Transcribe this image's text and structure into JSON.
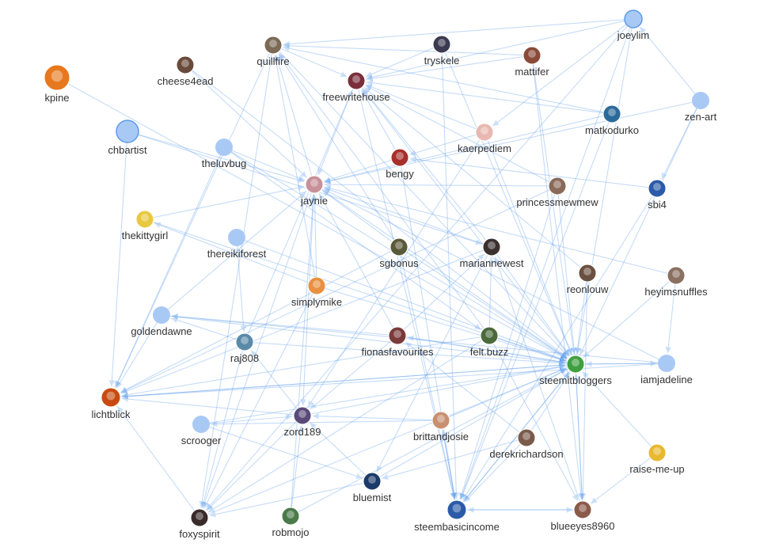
{
  "graph": {
    "nodes": [
      {
        "id": "kpine",
        "label": "kpine",
        "avatar": "bitmap",
        "color": "#e8781e"
      },
      {
        "id": "cheese4ead",
        "label": "cheese4ead",
        "avatar": "photo",
        "color": "#6a4a3a"
      },
      {
        "id": "quillfire",
        "label": "quillfire",
        "avatar": "photo",
        "color": "#7a6a56"
      },
      {
        "id": "freewritehouse",
        "label": "freewritehouse",
        "avatar": "photo",
        "color": "#7a2e3a"
      },
      {
        "id": "tryskele",
        "label": "tryskele",
        "avatar": "photo",
        "color": "#3a3a50"
      },
      {
        "id": "mattifer",
        "label": "mattifer",
        "avatar": "photo",
        "color": "#8a4a3a"
      },
      {
        "id": "joeylim",
        "label": "joeylim",
        "avatar": "placeholder",
        "color": "#a9c9f5"
      },
      {
        "id": "zen-art",
        "label": "zen-art",
        "avatar": "placeholder",
        "color": "#a9c9f5"
      },
      {
        "id": "chbartist",
        "label": "chbartist",
        "avatar": "placeholder",
        "color": "#a9c9f5"
      },
      {
        "id": "theluvbug",
        "label": "theluvbug",
        "avatar": "placeholder",
        "color": "#a9c9f5"
      },
      {
        "id": "matkodurko",
        "label": "matkodurko",
        "avatar": "photo",
        "color": "#2a6a9a"
      },
      {
        "id": "kaerpediem",
        "label": "kaerpediem",
        "avatar": "photo",
        "color": "#e8b8b0"
      },
      {
        "id": "bengy",
        "label": "bengy",
        "avatar": "photo",
        "color": "#a8302a"
      },
      {
        "id": "jaynie",
        "label": "jaynie",
        "avatar": "photo",
        "color": "#c89098"
      },
      {
        "id": "princessmewmew",
        "label": "princessmewmew",
        "avatar": "photo",
        "color": "#8a6a5a"
      },
      {
        "id": "sbi4",
        "label": "sbi4",
        "avatar": "logo",
        "color": "#2a5aa8"
      },
      {
        "id": "thekittygirl",
        "label": "thekittygirl",
        "avatar": "photo",
        "color": "#e8c840"
      },
      {
        "id": "thereikiforest",
        "label": "thereikiforest",
        "avatar": "placeholder",
        "color": "#a9c9f5"
      },
      {
        "id": "sgbonus",
        "label": "sgbonus",
        "avatar": "photo",
        "color": "#5a5a3a"
      },
      {
        "id": "mariannewest",
        "label": "mariannewest",
        "avatar": "photo",
        "color": "#3a3030"
      },
      {
        "id": "simplymike",
        "label": "simplymike",
        "avatar": "photo",
        "color": "#e89040"
      },
      {
        "id": "reonlouw",
        "label": "reonlouw",
        "avatar": "photo",
        "color": "#6a5040"
      },
      {
        "id": "heyimsnuffles",
        "label": "heyimsnuffles",
        "avatar": "photo",
        "color": "#8a7060"
      },
      {
        "id": "goldendawne",
        "label": "goldendawne",
        "avatar": "placeholder",
        "color": "#a9c9f5"
      },
      {
        "id": "raj808",
        "label": "raj808",
        "avatar": "photo",
        "color": "#5a8aa8"
      },
      {
        "id": "fionasfavourites",
        "label": "fionasfavourites",
        "avatar": "photo",
        "color": "#7a3a3a"
      },
      {
        "id": "felt.buzz",
        "label": "felt.buzz",
        "avatar": "photo",
        "color": "#4a6a3a"
      },
      {
        "id": "steemitbloggers",
        "label": "steemitbloggers",
        "avatar": "logo",
        "color": "#40a040"
      },
      {
        "id": "iamjadeline",
        "label": "iamjadeline",
        "avatar": "placeholder",
        "color": "#a9c9f5"
      },
      {
        "id": "lichtblick",
        "label": "lichtblick",
        "avatar": "photo",
        "color": "#c84a10"
      },
      {
        "id": "scrooger",
        "label": "scrooger",
        "avatar": "placeholder",
        "color": "#a9c9f5"
      },
      {
        "id": "zord189",
        "label": "zord189",
        "avatar": "photo",
        "color": "#5a4a7a"
      },
      {
        "id": "brittandjosie",
        "label": "brittandjosie",
        "avatar": "photo",
        "color": "#c89070"
      },
      {
        "id": "derekrichardson",
        "label": "derekrichardson",
        "avatar": "photo",
        "color": "#7a5a4a"
      },
      {
        "id": "raise-me-up",
        "label": "raise-me-up",
        "avatar": "logo",
        "color": "#e8b830"
      },
      {
        "id": "bluemist",
        "label": "bluemist",
        "avatar": "photo",
        "color": "#1a3a6a"
      },
      {
        "id": "foxyspirit",
        "label": "foxyspirit",
        "avatar": "photo",
        "color": "#3a2a2a"
      },
      {
        "id": "robmojo",
        "label": "robmojo",
        "avatar": "photo",
        "color": "#4a7a4a"
      },
      {
        "id": "steembasicincome",
        "label": "steembasicincome",
        "avatar": "logo",
        "color": "#2a5aa8"
      },
      {
        "id": "blueeyes8960",
        "label": "blueeyes8960",
        "avatar": "photo",
        "color": "#8a5a4a"
      }
    ],
    "edges": [
      [
        "kpine",
        "steemitbloggers"
      ],
      [
        "chbartist",
        "lichtblick"
      ],
      [
        "chbartist",
        "jaynie"
      ],
      [
        "chbartist",
        "mariannewest"
      ],
      [
        "cheese4ead",
        "jaynie"
      ],
      [
        "cheese4ead",
        "steemitbloggers"
      ],
      [
        "quillfire",
        "freewritehouse"
      ],
      [
        "quillfire",
        "steemitbloggers"
      ],
      [
        "joeylim",
        "quillfire"
      ],
      [
        "joeylim",
        "freewritehouse"
      ],
      [
        "joeylim",
        "kaerpediem"
      ],
      [
        "joeylim",
        "steemitbloggers"
      ],
      [
        "joeylim",
        "steembasicincome"
      ],
      [
        "joeylim",
        "foxyspirit"
      ],
      [
        "zen-art",
        "steemitbloggers"
      ],
      [
        "zen-art",
        "joeylim"
      ],
      [
        "zen-art",
        "sbi4"
      ],
      [
        "zen-art",
        "jaynie"
      ],
      [
        "tryskele",
        "freewritehouse"
      ],
      [
        "tryskele",
        "steemitbloggers"
      ],
      [
        "mattifer",
        "quillfire"
      ],
      [
        "mattifer",
        "freewritehouse"
      ],
      [
        "mattifer",
        "steemitbloggers"
      ],
      [
        "theluvbug",
        "jaynie"
      ],
      [
        "theluvbug",
        "steemitbloggers"
      ],
      [
        "theluvbug",
        "lichtblick"
      ],
      [
        "matkodurko",
        "quillfire"
      ],
      [
        "matkodurko",
        "freewritehouse"
      ],
      [
        "matkodurko",
        "steembasicincome"
      ],
      [
        "matkodurko",
        "jaynie"
      ],
      [
        "kaerpediem",
        "freewritehouse"
      ],
      [
        "kaerpediem",
        "steemitbloggers"
      ],
      [
        "kaerpediem",
        "bengy"
      ],
      [
        "bengy",
        "jaynie"
      ],
      [
        "bengy",
        "steembasicincome"
      ],
      [
        "bengy",
        "freewritehouse"
      ],
      [
        "jaynie",
        "steemitbloggers"
      ],
      [
        "jaynie",
        "foxyspirit"
      ],
      [
        "jaynie",
        "quillfire"
      ],
      [
        "jaynie",
        "zord189"
      ],
      [
        "princessmewmew",
        "jaynie"
      ],
      [
        "princessmewmew",
        "steemitbloggers"
      ],
      [
        "princessmewmew",
        "lichtblick"
      ],
      [
        "princessmewmew",
        "freewritehouse"
      ],
      [
        "sbi4",
        "steembasicincome"
      ],
      [
        "sbi4",
        "bengy"
      ],
      [
        "thekittygirl",
        "steemitbloggers"
      ],
      [
        "thekittygirl",
        "jaynie"
      ],
      [
        "thereikiforest",
        "steemitbloggers"
      ],
      [
        "thereikiforest",
        "raj808"
      ],
      [
        "sgbonus",
        "steemitbloggers"
      ],
      [
        "sgbonus",
        "steembasicincome"
      ],
      [
        "sgbonus",
        "jaynie"
      ],
      [
        "sgbonus",
        "quillfire"
      ],
      [
        "mariannewest",
        "steemitbloggers"
      ],
      [
        "mariannewest",
        "jaynie"
      ],
      [
        "mariannewest",
        "freewritehouse"
      ],
      [
        "mariannewest",
        "lichtblick"
      ],
      [
        "mariannewest",
        "bluemist"
      ],
      [
        "simplymike",
        "steemitbloggers"
      ],
      [
        "simplymike",
        "jaynie"
      ],
      [
        "simplymike",
        "quillfire"
      ],
      [
        "simplymike",
        "thekittygirl"
      ],
      [
        "reonlouw",
        "steemitbloggers"
      ],
      [
        "reonlouw",
        "blueeyes8960"
      ],
      [
        "reonlouw",
        "freewritehouse"
      ],
      [
        "heyimsnuffles",
        "steemitbloggers"
      ],
      [
        "heyimsnuffles",
        "iamjadeline"
      ],
      [
        "heyimsnuffles",
        "jaynie"
      ],
      [
        "goldendawne",
        "steemitbloggers"
      ],
      [
        "goldendawne",
        "lichtblick"
      ],
      [
        "goldendawne",
        "jaynie"
      ],
      [
        "raj808",
        "steemitbloggers"
      ],
      [
        "raj808",
        "freewritehouse"
      ],
      [
        "raj808",
        "foxyspirit"
      ],
      [
        "fionasfavourites",
        "steemitbloggers"
      ],
      [
        "fionasfavourites",
        "mariannewest"
      ],
      [
        "fionasfavourites",
        "jaynie"
      ],
      [
        "fionasfavourites",
        "goldendawne"
      ],
      [
        "fionasfavourites",
        "zord189"
      ],
      [
        "felt.buzz",
        "steemitbloggers"
      ],
      [
        "felt.buzz",
        "mariannewest"
      ],
      [
        "felt.buzz",
        "lichtblick"
      ],
      [
        "felt.buzz",
        "foxyspirit"
      ],
      [
        "felt.buzz",
        "quillfire"
      ],
      [
        "steemitbloggers",
        "iamjadeline"
      ],
      [
        "steemitbloggers",
        "steembasicincome"
      ],
      [
        "steemitbloggers",
        "blueeyes8960"
      ],
      [
        "steemitbloggers",
        "fionasfavourites"
      ],
      [
        "steemitbloggers",
        "lichtblick"
      ],
      [
        "iamjadeline",
        "steemitbloggers"
      ],
      [
        "iamjadeline",
        "lichtblick"
      ],
      [
        "iamjadeline",
        "goldendawne"
      ],
      [
        "iamjadeline",
        "jaynie"
      ],
      [
        "lichtblick",
        "steemitbloggers"
      ],
      [
        "scrooger",
        "steemitbloggers"
      ],
      [
        "scrooger",
        "bluemist"
      ],
      [
        "scrooger",
        "zord189"
      ],
      [
        "zord189",
        "steemitbloggers"
      ],
      [
        "zord189",
        "lichtblick"
      ],
      [
        "zord189",
        "foxyspirit"
      ],
      [
        "zord189",
        "raj808"
      ],
      [
        "brittandjosie",
        "steemitbloggers"
      ],
      [
        "brittandjosie",
        "zord189"
      ],
      [
        "brittandjosie",
        "steembasicincome"
      ],
      [
        "brittandjosie",
        "scrooger"
      ],
      [
        "derekrichardson",
        "steemitbloggers"
      ],
      [
        "derekrichardson",
        "steembasicincome"
      ],
      [
        "derekrichardson",
        "bluemist"
      ],
      [
        "raise-me-up",
        "steemitbloggers"
      ],
      [
        "raise-me-up",
        "blueeyes8960"
      ],
      [
        "bluemist",
        "steemitbloggers"
      ],
      [
        "bluemist",
        "zord189"
      ],
      [
        "bluemist",
        "foxyspirit"
      ],
      [
        "foxyspirit",
        "steemitbloggers"
      ],
      [
        "foxyspirit",
        "lichtblick"
      ],
      [
        "robmojo",
        "steemitbloggers"
      ],
      [
        "robmojo",
        "zord189"
      ],
      [
        "robmojo",
        "jaynie"
      ],
      [
        "steembasicincome",
        "steemitbloggers"
      ],
      [
        "steembasicincome",
        "blueeyes8960"
      ],
      [
        "steembasicincome",
        "brittandjosie"
      ],
      [
        "blueeyes8960",
        "steemitbloggers"
      ],
      [
        "blueeyes8960",
        "steembasicincome"
      ],
      [
        "blueeyes8960",
        "mariannewest"
      ],
      [
        "freewritehouse",
        "steemitbloggers"
      ],
      [
        "freewritehouse",
        "jaynie"
      ],
      [
        "freewritehouse",
        "steembasicincome"
      ],
      [
        "quillfire",
        "lichtblick"
      ],
      [
        "quillfire",
        "foxyspirit"
      ],
      [
        "tryskele",
        "steembasicincome"
      ],
      [
        "mattifer",
        "blueeyes8960"
      ],
      [
        "kaerpediem",
        "zord189"
      ],
      [
        "princessmewmew",
        "steembasicincome"
      ],
      [
        "sgbonus",
        "lichtblick"
      ],
      [
        "theluvbug",
        "felt.buzz"
      ],
      [
        "simplymike",
        "foxyspirit"
      ],
      [
        "raj808",
        "goldendawne"
      ],
      [
        "derekrichardson",
        "fionasfavourites"
      ],
      [
        "felt.buzz",
        "blueeyes8960"
      ]
    ]
  }
}
